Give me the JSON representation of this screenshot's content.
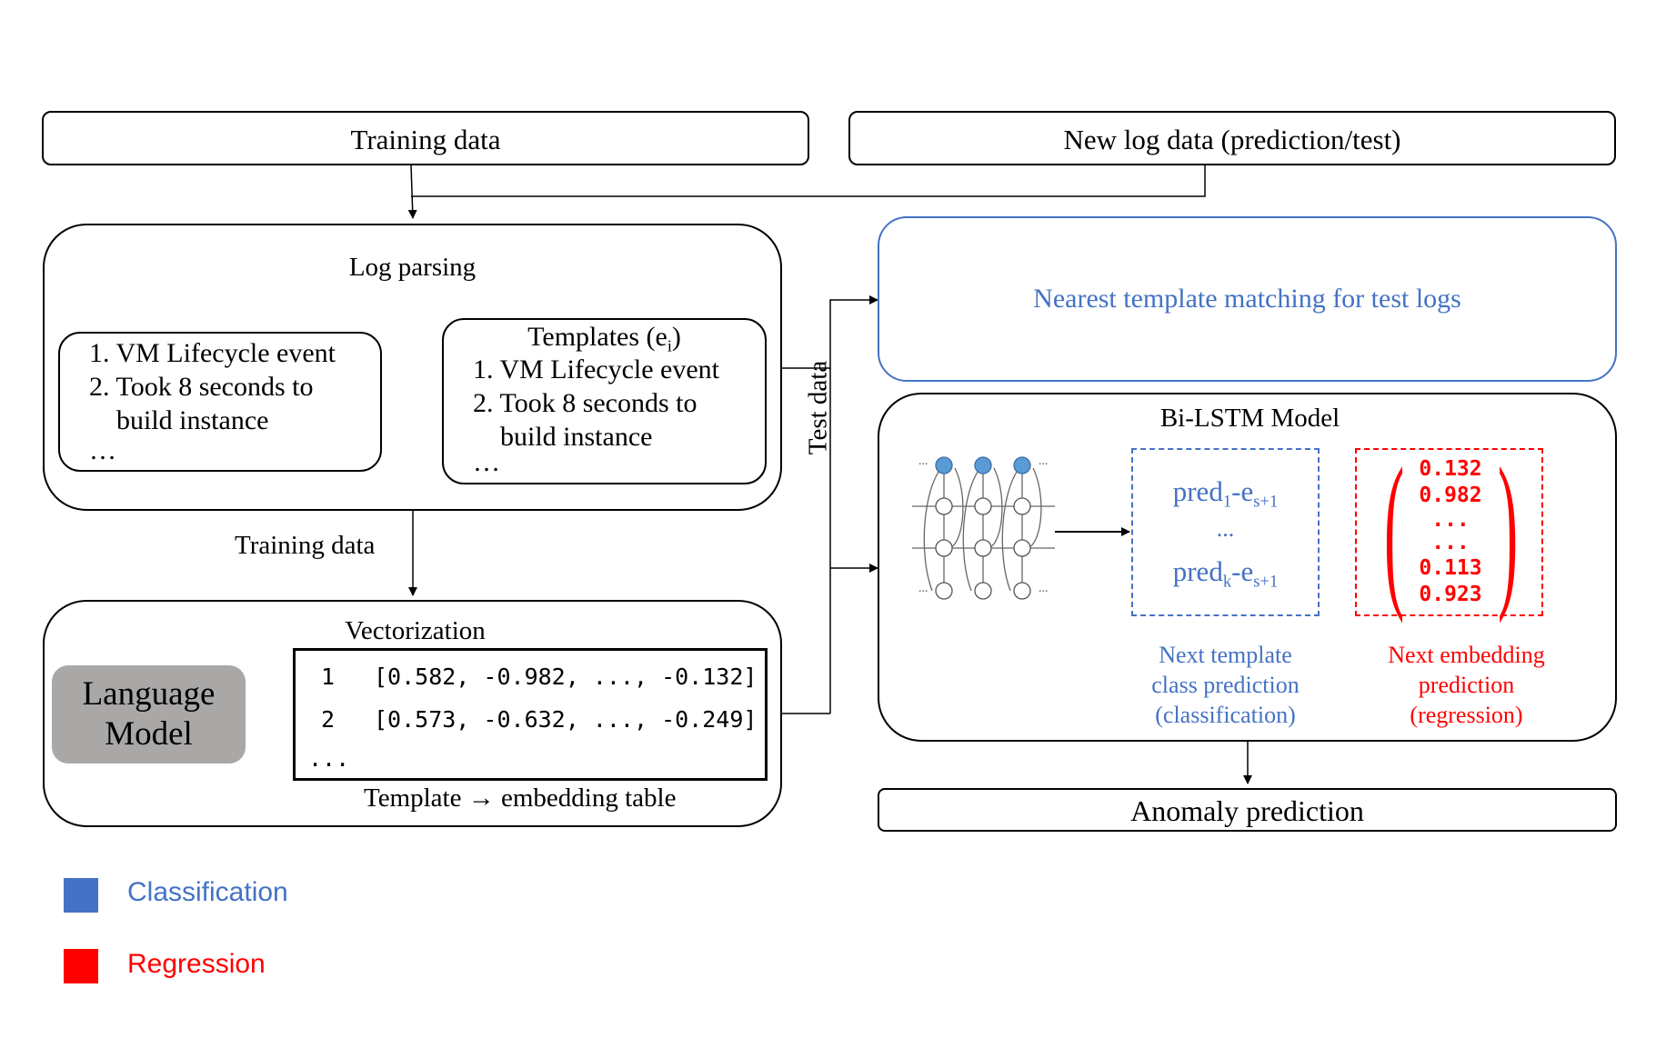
{
  "top": {
    "training_data": "Training data",
    "new_log_data": "New log data (prediction/test)"
  },
  "log_parsing": {
    "title": "Log parsing",
    "raw_logs": {
      "line1": "1. VM Lifecycle event",
      "line2": "2. Took 8 seconds to",
      "line3": "build instance",
      "ellipsis": "…"
    },
    "templates": {
      "title_prefix": "Templates (e",
      "title_sub": "i",
      "title_suffix": ")",
      "line1": "1. VM Lifecycle event",
      "line2": "2. Took 8 seconds to",
      "line3": "build instance",
      "ellipsis": "…"
    }
  },
  "edge_labels": {
    "training_data": "Training data",
    "test_data": "Test data"
  },
  "vectorization": {
    "title": "Vectorization",
    "language_model_line1": "Language",
    "language_model_line2": "Model",
    "rows": [
      {
        "index": "1",
        "vector": "[0.582, -0.982, ..., -0.132]"
      },
      {
        "index": "2",
        "vector": "[0.573, -0.632, ..., -0.249]"
      }
    ],
    "ellipsis": "...",
    "caption_left": "Template",
    "caption_arrow": "→",
    "caption_right": "embedding table"
  },
  "nearest": {
    "label": "Nearest template matching for test logs"
  },
  "bilstm": {
    "title": "Bi-LSTM Model",
    "pred_1_a": "pred",
    "pred_1_sub": "1",
    "pred_1_b": "-e",
    "pred_1_sub2": "s+1",
    "pred_dots": "...",
    "pred_k_a": "pred",
    "pred_k_sub": "k",
    "pred_k_b": "-e",
    "pred_k_sub2": "s+1",
    "vector_values": [
      "0.132",
      "0.982",
      "...",
      "...",
      "0.113",
      "0.923"
    ],
    "classification_caption": [
      "Next template",
      "class prediction",
      "(classification)"
    ],
    "regression_caption": [
      "Next embedding",
      "prediction",
      "(regression)"
    ],
    "lstm_dots": "..."
  },
  "anomaly": {
    "label": "Anomaly prediction"
  },
  "legend": {
    "classification": "Classification",
    "regression": "Regression"
  },
  "colors": {
    "blue": "#4472c4",
    "red": "#ff0000",
    "gray_box": "#aaa7a7",
    "line": "#000000",
    "lstm_node": "#5b9bd5"
  }
}
